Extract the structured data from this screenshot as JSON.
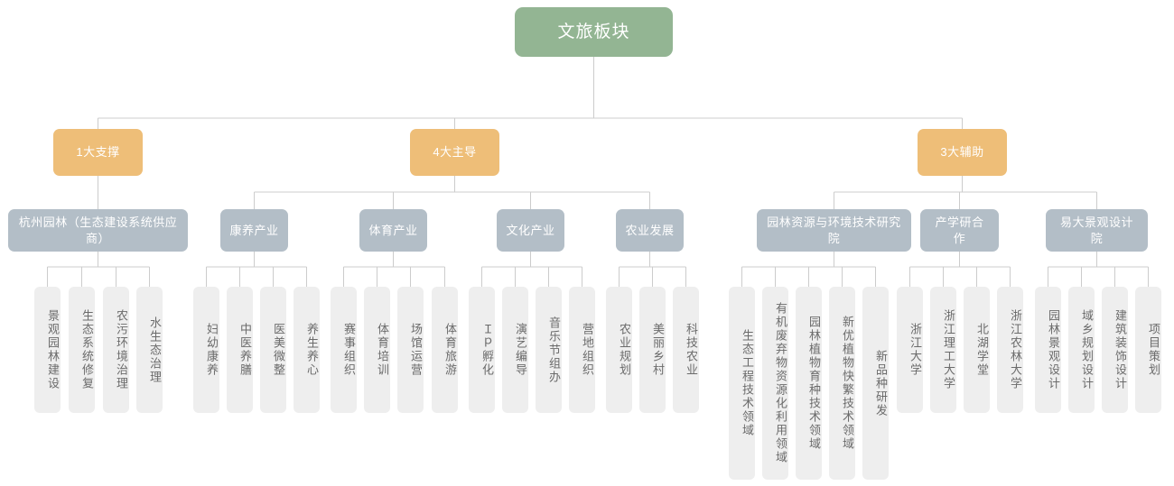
{
  "chart_data": {
    "type": "diagram",
    "title": "文旅板块",
    "layout": "top-down organization tree, 4 levels",
    "colors": {
      "root": "#93b593",
      "category": "#eebe78",
      "subunit": "#b3bec7",
      "leaf": "#eeeeee",
      "leaf_text": "#6b6b6b",
      "connector": "#cccccc",
      "background": "#ffffff"
    }
  },
  "root": {
    "label": "文旅板块"
  },
  "categories": [
    {
      "label": "1大支撑"
    },
    {
      "label": "4大主导"
    },
    {
      "label": "3大辅助"
    }
  ],
  "subunits": [
    {
      "label": "杭州园林（生态建设系统供应商）"
    },
    {
      "label": "康养产业"
    },
    {
      "label": "体育产业"
    },
    {
      "label": "文化产业"
    },
    {
      "label": "农业发展"
    },
    {
      "label": "园林资源与环境技术研究院"
    },
    {
      "label": "产学研合作"
    },
    {
      "label": "易大景观设计院"
    }
  ],
  "leaves": [
    {
      "label": "景观园林建设"
    },
    {
      "label": "生态系统修复"
    },
    {
      "label": "农污环境治理"
    },
    {
      "label": "水生态治理"
    },
    {
      "label": "妇幼康养"
    },
    {
      "label": "中医养膳"
    },
    {
      "label": "医美微整"
    },
    {
      "label": "养生养心"
    },
    {
      "label": "赛事组织"
    },
    {
      "label": "体育培训"
    },
    {
      "label": "场馆运营"
    },
    {
      "label": "体育旅游"
    },
    {
      "label": "Ｉｐ孵化"
    },
    {
      "label": "演艺编导"
    },
    {
      "label": "音乐节组办"
    },
    {
      "label": "营地组织"
    },
    {
      "label": "农业规划"
    },
    {
      "label": "美丽乡村"
    },
    {
      "label": "科技农业"
    },
    {
      "label": "生态工程技术领域"
    },
    {
      "label": "有机废弃物资源化利用领域"
    },
    {
      "label": "园林植物育种技术领域"
    },
    {
      "label": "新优植物快繁技术领域"
    },
    {
      "label": "新品种研发"
    },
    {
      "label": "浙江大学"
    },
    {
      "label": "浙江理工大学"
    },
    {
      "label": "北湖学堂"
    },
    {
      "label": "浙江农林大学"
    },
    {
      "label": "园林景观设计"
    },
    {
      "label": "域乡规划设计"
    },
    {
      "label": "建筑装饰设计"
    },
    {
      "label": "项目策划"
    }
  ]
}
